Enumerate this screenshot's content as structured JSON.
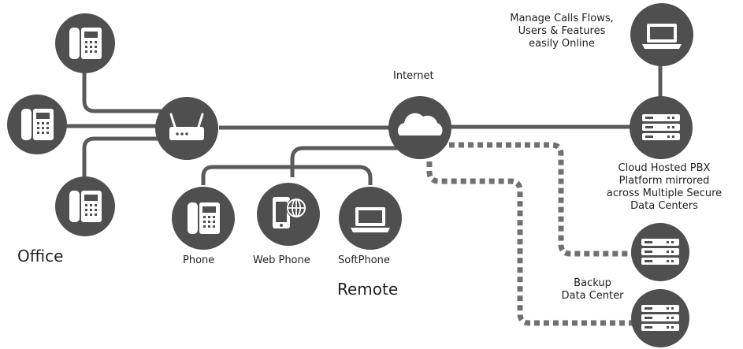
{
  "labels": {
    "office": "Office",
    "remote": "Remote",
    "internet": "Internet",
    "phone": "Phone",
    "web_phone": "Web Phone",
    "softphone": "SoftPhone",
    "manage": [
      "Manage Calls Flows,",
      "Users & Features",
      "easily Online"
    ],
    "cloud_pbx": [
      "Cloud Hosted PBX",
      "Platform mirrored",
      "across Multiple Secure",
      "Data Centers"
    ],
    "backup": [
      "Backup",
      "Data Center"
    ]
  },
  "icons": {
    "office_phones": [
      "desk-phone-icon",
      "desk-phone-icon",
      "desk-phone-icon"
    ],
    "router": "router-icon",
    "internet": "cloud-icon",
    "remote_devices": [
      "desk-phone-icon",
      "mobile-web-icon",
      "laptop-icon"
    ],
    "manage": "laptop-icon",
    "pbx_server": "server-icon",
    "backup_servers": [
      "server-icon",
      "server-icon"
    ]
  },
  "colors": {
    "node_fill": "#4f4f4f",
    "connector": "#5a5a5a",
    "dashed_connector": "#707070",
    "icon_fill": "#ffffff",
    "text": "#1f1f1f"
  }
}
